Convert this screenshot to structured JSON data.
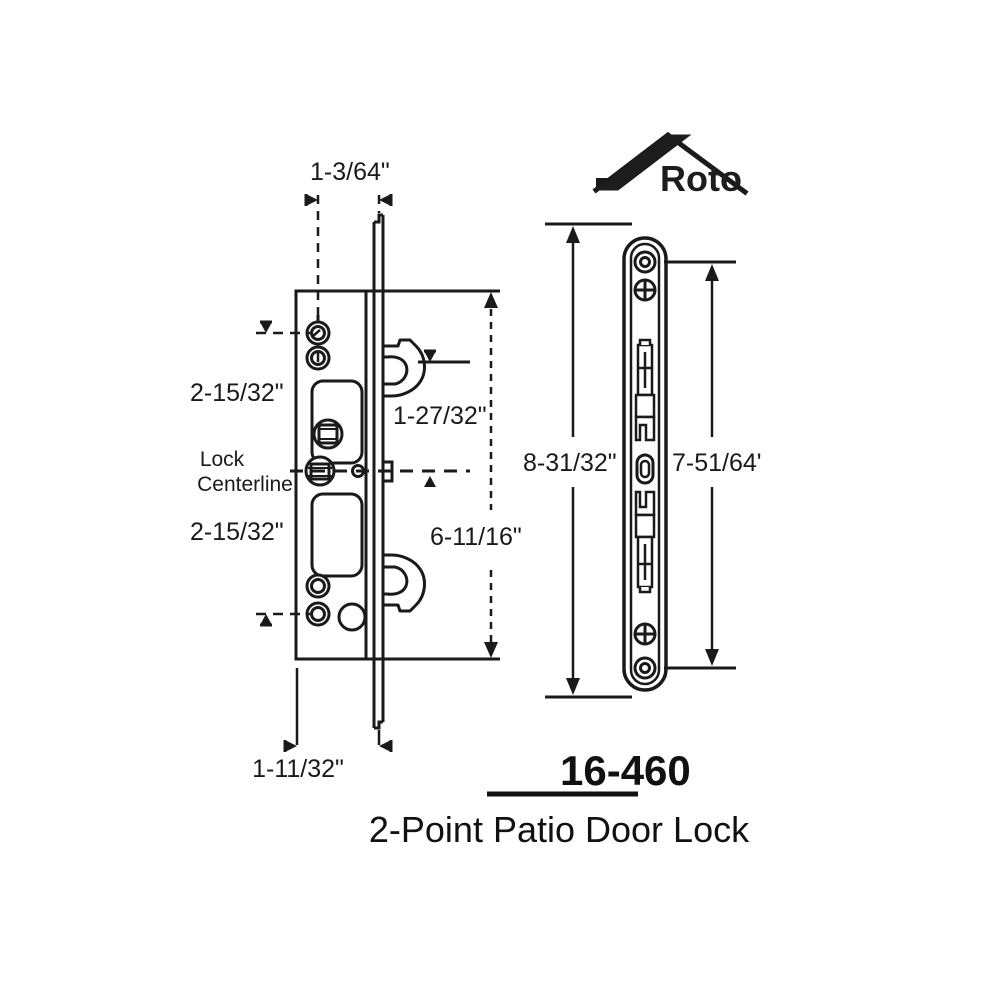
{
  "document": {
    "type": "technical-drawing",
    "part_number": "16-460",
    "part_title": "2-Point Patio Door Lock",
    "brand": "Roto",
    "background_color": "#ffffff",
    "line_color": "#1a1a1a"
  },
  "brand_logo": {
    "name": "roto-logo",
    "text": "Roto"
  },
  "left_view": {
    "name": "lock-body-front-view",
    "dimensions": {
      "backset_top": "1-3/64\"",
      "upper_spacing": "2-15/32\"",
      "lower_spacing": "2-15/32\"",
      "centerline_label_line1": "Lock",
      "centerline_label_line2": "Centerline",
      "hook_to_centerline": "1-27/32\"",
      "overall_hook_span": "6-11/16\"",
      "body_width": "1-11/32\""
    }
  },
  "right_view": {
    "name": "faceplate-edge-view",
    "dimensions": {
      "faceplate_length": "8-31/32\"",
      "screw_hole_span": "7-51/64'"
    }
  },
  "caption": {
    "part_number": "16-460",
    "title": "2-Point Patio Door Lock"
  }
}
